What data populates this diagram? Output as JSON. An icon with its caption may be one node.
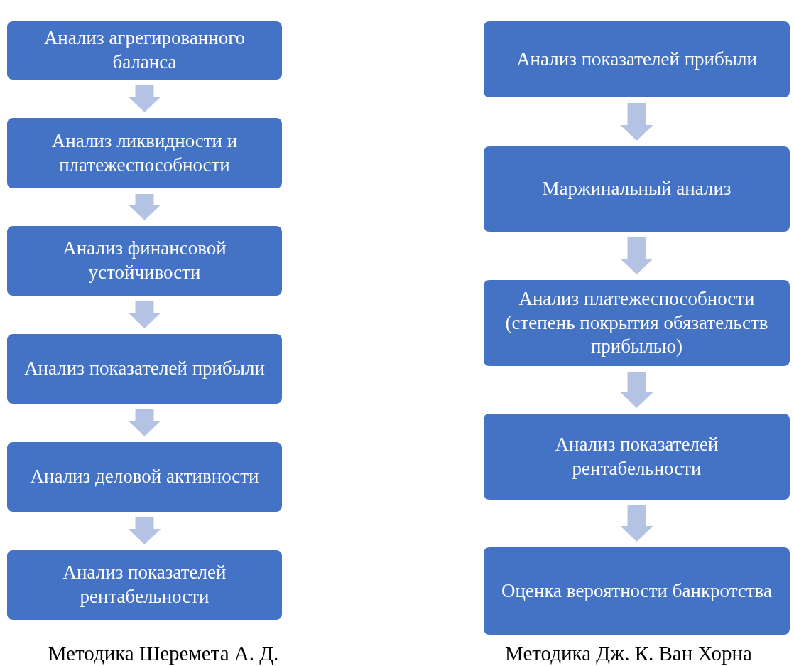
{
  "diagram": {
    "nodes": [
      {
        "text": [
          "Анализ агрегированного баланса"
        ]
      },
      {
        "text": [
          "Анализ ликвидности и платежеспособности"
        ]
      },
      {
        "text": [
          "Анализ финансовой устойчивости"
        ]
      },
      {
        "text": [
          "Анализ показателей прибыли"
        ]
      },
      {
        "text": [
          "Анализ деловой активности"
        ]
      },
      {
        "text": [
          "Анализ показателей рентабельности"
        ]
      },
      {
        "text": [
          "Анализ показателей прибыли"
        ]
      },
      {
        "text": [
          "Маржинальный анализ"
        ]
      },
      {
        "text": [
          "Анализ платежеспособности (степень покрытия обязательств прибылью)"
        ]
      },
      {
        "text": [
          "Анализ показателей рентабельности"
        ]
      },
      {
        "text": [
          "Оценка вероятности банкротства"
        ]
      }
    ],
    "edges": [
      {
        "from": 0,
        "to": 1,
        "arrow": "to"
      },
      {
        "from": 1,
        "to": 2,
        "arrow": "to"
      },
      {
        "from": 2,
        "to": 3,
        "arrow": "to"
      },
      {
        "from": 3,
        "to": 4,
        "arrow": "to"
      },
      {
        "from": 4,
        "to": 5,
        "arrow": "to"
      },
      {
        "from": 6,
        "to": 7,
        "arrow": "to"
      },
      {
        "from": 7,
        "to": 8,
        "arrow": "to"
      },
      {
        "from": 8,
        "to": 9,
        "arrow": "to"
      },
      {
        "from": 9,
        "to": 10,
        "arrow": "to"
      }
    ],
    "labels": [
      "Методика Шеремета А. Д.",
      "Методика Дж. К. Ван Хорна"
    ]
  }
}
